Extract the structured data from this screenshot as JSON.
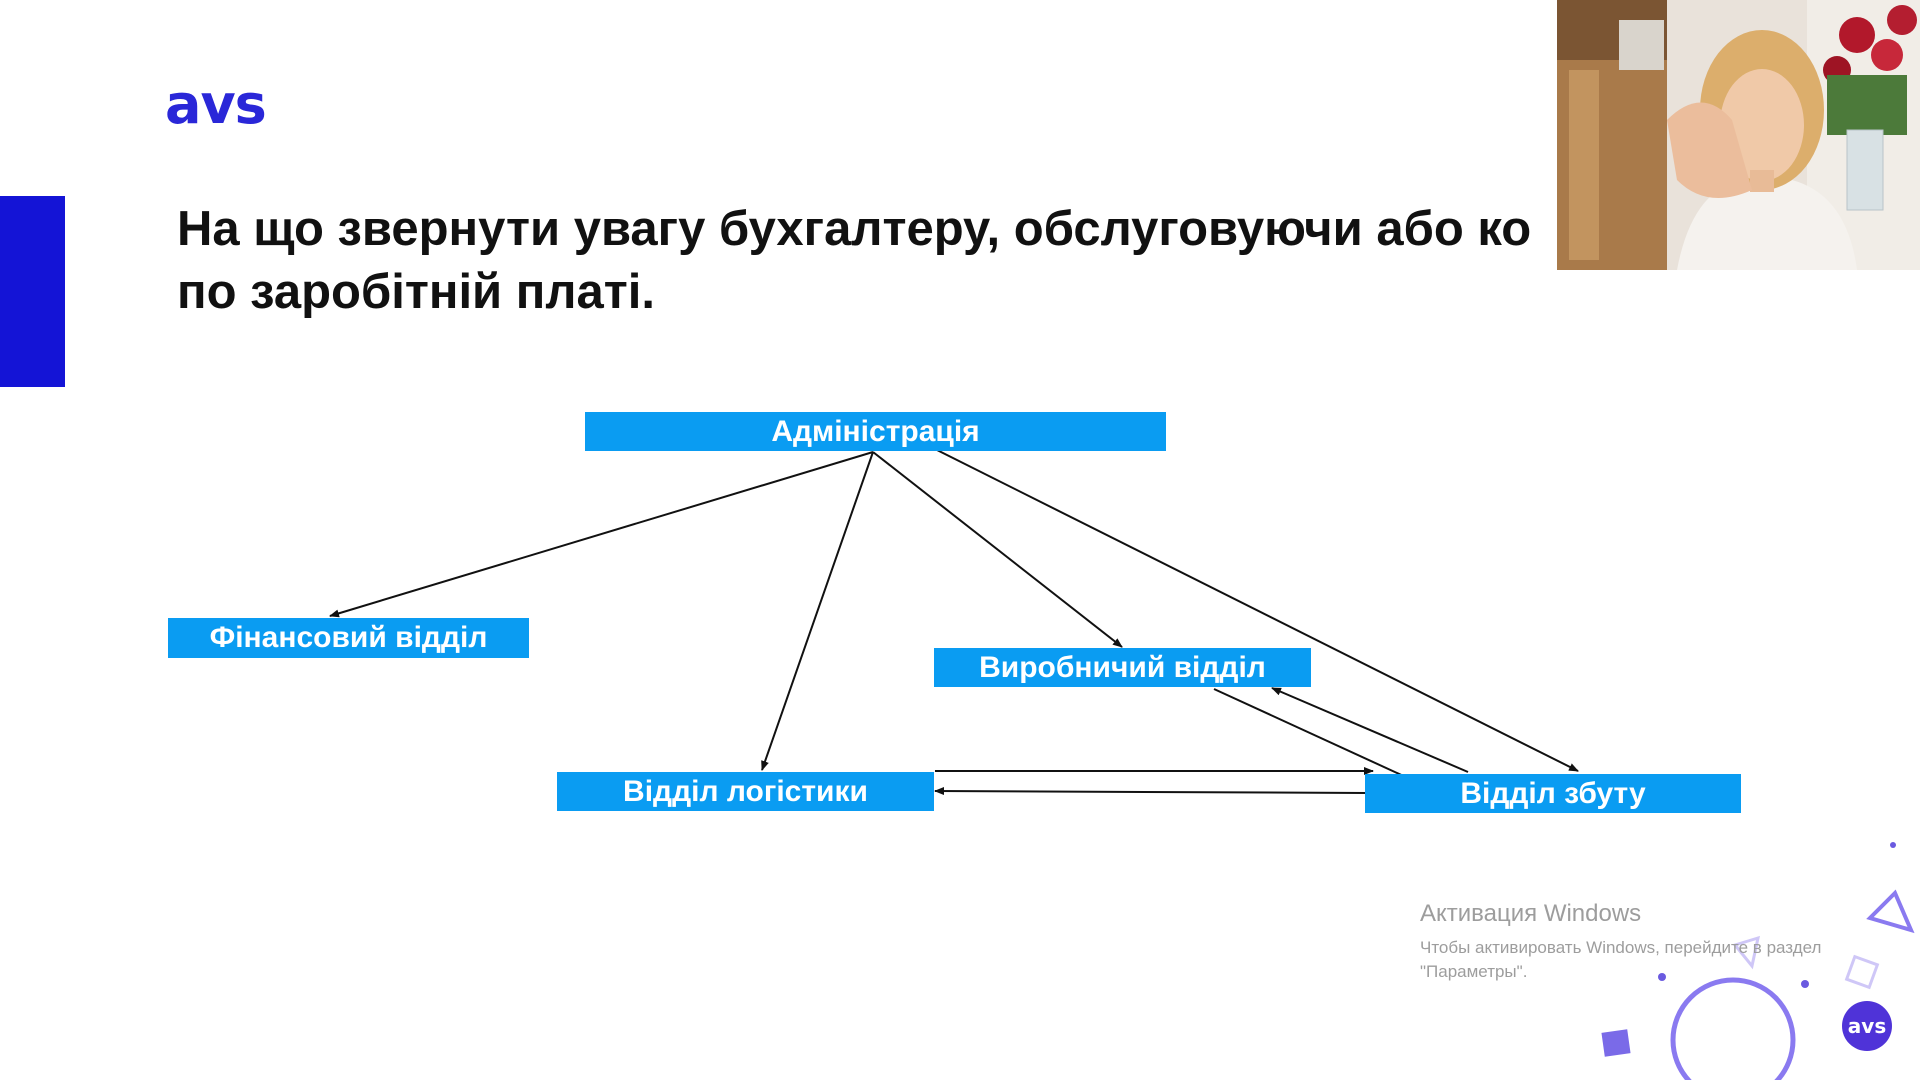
{
  "brand": {
    "logo_text": "avs"
  },
  "slide": {
    "title_line1": "На що звернути увагу бухгалтеру, обслуговуючи або ко",
    "title_line2": "по заробітній платі."
  },
  "diagram": {
    "nodes": {
      "admin": "Адміністрація",
      "finance": "Фінансовий відділ",
      "production": "Виробничий відділ",
      "logistics": "Відділ логістики",
      "sales": "Відділ збуту"
    }
  },
  "webcam": {
    "label": "presenter-video"
  },
  "activation": {
    "title": "Активация Windows",
    "line1": "Чтобы активировать Windows, перейдите в раздел",
    "line2": "\"Параметры\"."
  },
  "badge": {
    "text": "avs"
  },
  "colors": {
    "brand_blue": "#1414d6",
    "box_blue": "#0a9cf2",
    "badge_purple": "#4f33d8",
    "deco_purple": "#8a7af0"
  }
}
